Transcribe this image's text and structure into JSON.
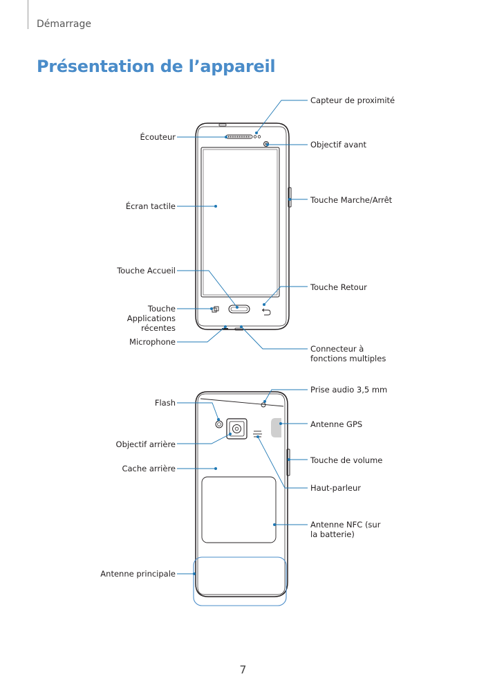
{
  "header": {
    "section": "Démarrage"
  },
  "page_title": "Présentation de l’appareil",
  "front_labels": {
    "proximity_sensor": "Capteur de proximité",
    "earpiece": "Écouteur",
    "front_camera": "Objectif avant",
    "touchscreen": "Écran tactile",
    "power_key": "Touche Marche/Arrêt",
    "home_key": "Touche Accueil",
    "back_key": "Touche Retour",
    "recent_apps_key": "Touche Applications récentes",
    "microphone": "Microphone",
    "multipurpose_jack": "Connecteur à fonctions multiples"
  },
  "back_labels": {
    "headset_jack": "Prise audio 3,5 mm",
    "flash": "Flash",
    "gps_antenna": "Antenne GPS",
    "rear_camera": "Objectif arrière",
    "volume_key": "Touche de volume",
    "back_cover": "Cache arrière",
    "speaker": "Haut-parleur",
    "nfc_antenna": "Antenne NFC (sur la batterie)",
    "main_antenna": "Antenne principale"
  },
  "page_number": "7",
  "colors": {
    "accent": "#4a8cc9",
    "leader": "#1f78b4",
    "device_outline": "#231f20"
  }
}
